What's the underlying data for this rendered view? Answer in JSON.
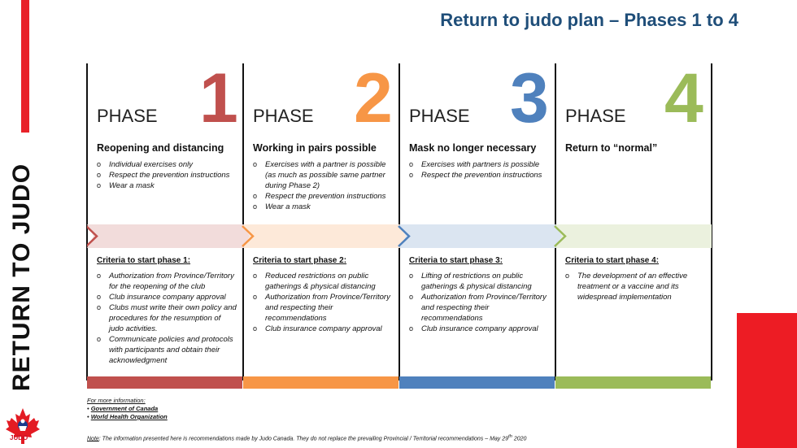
{
  "page": {
    "title": "Return to judo plan – Phases 1 to 4",
    "side_title": "RETURN TO JUDO",
    "logo_text": "JUDO",
    "accent_red": "#e8222a"
  },
  "phases": [
    {
      "word": "PHASE",
      "number": "1",
      "color": "#c0504d",
      "band_color": "#f2dcdb",
      "subtitle": "Reopening and distancing",
      "bullets": [
        "Individual exercises only",
        "Respect the prevention instructions",
        "Wear a mask"
      ],
      "criteria_title": "Criteria to start phase 1:",
      "criteria": [
        "Authorization from Province/Territory for the reopening of the club",
        "Club insurance company approval",
        "Clubs must write their own policy and procedures for the resumption of judo activities.",
        "Communicate policies and protocols with participants and obtain their acknowledgment"
      ]
    },
    {
      "word": "PHASE",
      "number": "2",
      "color": "#f79646",
      "band_color": "#fde9d9",
      "subtitle": "Working in pairs possible",
      "bullets": [
        "Exercises with a partner is possible (as much as possible same partner during Phase 2)",
        "Respect the prevention instructions",
        "Wear a mask"
      ],
      "criteria_title": "Criteria to start phase 2:",
      "criteria": [
        "Reduced restrictions on public gatherings & physical distancing",
        "Authorization from Province/Territory and respecting their recommendations",
        "Club insurance company approval"
      ]
    },
    {
      "word": "PHASE",
      "number": "3",
      "color": "#4f81bd",
      "band_color": "#dbe5f1",
      "subtitle": "Mask no longer necessary",
      "bullets": [
        "Exercises with partners is possible",
        "Respect the prevention instructions"
      ],
      "criteria_title": "Criteria to start phase 3:",
      "criteria": [
        "Lifting of restrictions on public gatherings & physical distancing",
        "Authorization from Province/Territory and respecting their recommendations",
        "Club insurance company approval"
      ]
    },
    {
      "word": "PHASE",
      "number": "4",
      "color": "#9bbb59",
      "band_color": "#ebf1de",
      "subtitle": "Return to “normal”",
      "bullets": [],
      "criteria_title": "Criteria to start phase 4:",
      "criteria": [
        "The development of an effective treatment or a vaccine and its widespread implementation"
      ]
    }
  ],
  "footer": {
    "more_info_label": "For more information:",
    "links": [
      "Government of Canada",
      "World Health Organization"
    ],
    "note_label": "Note",
    "note_text": ": The information presented here is recommendations made by Judo Canada. They do not replace the prevailing Provincial / Territorial recommendations – May 29",
    "note_sup": "th",
    "note_year": " 2020"
  }
}
